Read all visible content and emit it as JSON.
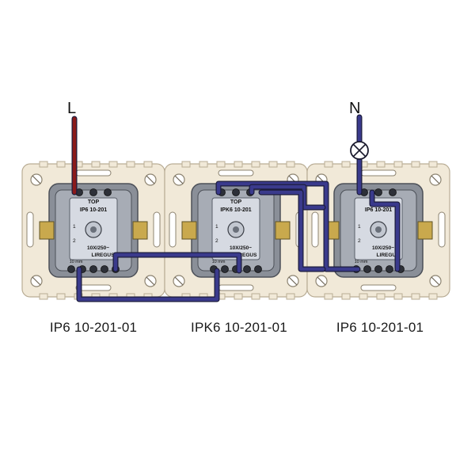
{
  "wires": {
    "line_label": "L",
    "neutral_label": "N",
    "line_color": "#8b1a1a",
    "neutral_color": "#3a3a8c",
    "neutral_color_light": "#7b7bcf"
  },
  "devices": [
    {
      "caption": "IP6 10-201-01",
      "body_text": "IP6 10-201",
      "top_text": "TOP",
      "rating_text": "10X/250~",
      "brand_text": "LIREGUS",
      "terminal_text": "10 mm",
      "side_marks": [
        "1",
        "2"
      ]
    },
    {
      "caption": "IPK6 10-201-01",
      "body_text": "IPK6 10-201",
      "top_text": "TOP",
      "rating_text": "10X/250~",
      "brand_text": "LIREGUS",
      "terminal_text": "10 mm",
      "side_marks": [
        "1",
        "2"
      ]
    },
    {
      "caption": "IP6 10-201-01",
      "body_text": "IP6 10-201",
      "top_text": "",
      "rating_text": "10X/250~",
      "brand_text": "LIREGUS",
      "terminal_text": "10 mm",
      "side_marks": [
        "1",
        "2"
      ]
    }
  ],
  "colors": {
    "plate": "#f1e9d8",
    "plate_edge": "#b9ad95",
    "mechanism": "#8a8f98",
    "mechanism_dark": "#4c5058",
    "face": "#d6dae2"
  }
}
